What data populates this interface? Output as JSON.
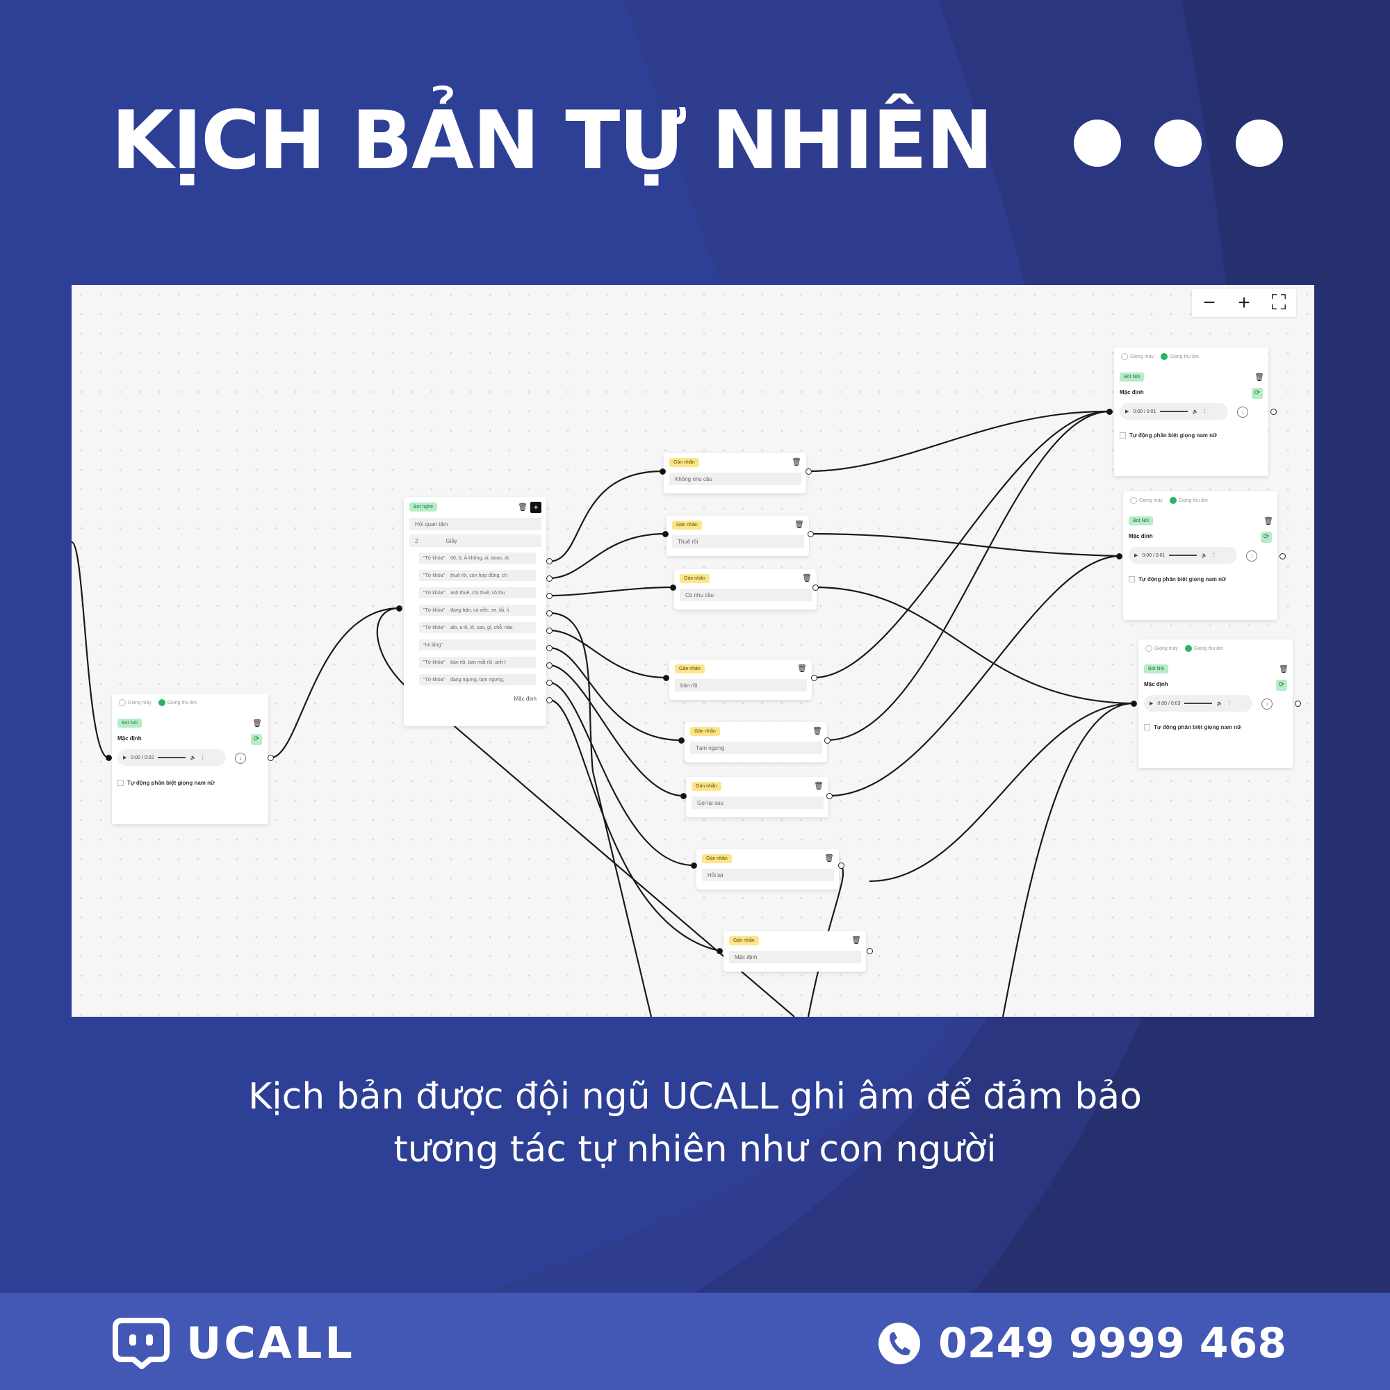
{
  "colors": {
    "background": "#2e3f96",
    "footer": "#4357b4",
    "bot_tag": "#b7ecc8",
    "condition_tag": "#fde58a"
  },
  "header": {
    "title": "KỊCH BẢN TỰ NHIÊN"
  },
  "zoom_controls": {
    "zoom_out": "−",
    "zoom_in": "+",
    "fullscreen": "⛶"
  },
  "start_node": {
    "radio_machine": "Giọng máy",
    "radio_record": "Giọng thu âm",
    "tag": "Bot Nói",
    "label": "Mặc định",
    "time": "0:00 / 0:02",
    "checkbox": "Tự động phân biệt giọng nam nữ"
  },
  "listen_node": {
    "tag": "Bot nghe",
    "field1": "Hỏi quan tâm",
    "wait_value": "2",
    "wait_unit": "Giây",
    "rows": [
      {
        "type": "\"Từ khóa\"",
        "text": "00, 0, À không, ai, anon, dc"
      },
      {
        "type": "\"Từ khóa\"",
        "text": "thuê rồi, còn hợp đồng, ch"
      },
      {
        "type": "\"Từ khóa\"",
        "text": "anh thuê, chị thuê, cô thu"
      },
      {
        "type": "\"Từ khóa\"",
        "text": "đang bận, có việc, xe, lái, lị"
      },
      {
        "type": "\"Từ khóa\"",
        "text": "alo, a lô, lô, sao, gì, chỗ, nào"
      },
      {
        "type": "\"Im lặng\"",
        "text": ""
      },
      {
        "type": "\"Từ khóa\"",
        "text": "bán rồi, bán mất rồi, anh t"
      },
      {
        "type": "\"Từ khóa\"",
        "text": "đang ngưng, tạm ngưng,"
      }
    ],
    "default_label": "Mặc định"
  },
  "label_nodes": [
    {
      "tag": "Gán nhãn",
      "value": "Không nhu cầu"
    },
    {
      "tag": "Gán nhãn",
      "value": "Thuê rồi"
    },
    {
      "tag": "Gán nhãn",
      "value": "Có nhu cầu"
    },
    {
      "tag": "Gán nhãn",
      "value": "bán rồi"
    },
    {
      "tag": "Gán nhãn",
      "value": "Tạm ngưng"
    },
    {
      "tag": "Gán nhãn",
      "value": "Gọi lại sau"
    },
    {
      "tag": "Gán nhãn",
      "value": "Hỏi lại"
    },
    {
      "tag": "Gán nhãn",
      "value": "Mặc định"
    }
  ],
  "speak_nodes": [
    {
      "radio_machine": "Giọng máy",
      "radio_record": "Giọng thu âm",
      "tag": "Bot Nói",
      "label": "Mặc định",
      "time": "0:00 / 0:01",
      "checkbox": "Tự động phân biệt giọng nam nữ"
    },
    {
      "radio_machine": "Giọng máy",
      "radio_record": "Giọng thu âm",
      "tag": "Bot Nói",
      "label": "Mặc định",
      "time": "0:00 / 0:01",
      "checkbox": "Tự động phân biệt giọng nam nữ"
    },
    {
      "radio_machine": "Giọng máy",
      "radio_record": "Giọng thu âm",
      "tag": "Bot Nói",
      "label": "Mặc định",
      "time": "0:00 / 0:03",
      "checkbox": "Tự động phân biệt giọng nam nữ"
    }
  ],
  "subtitle": {
    "line1": "Kịch bản được đội ngũ UCALL ghi âm để đảm bảo",
    "line2": "tương tác tự nhiên như con người"
  },
  "footer": {
    "brand": "UCALL",
    "phone": "0249 9999 468"
  }
}
